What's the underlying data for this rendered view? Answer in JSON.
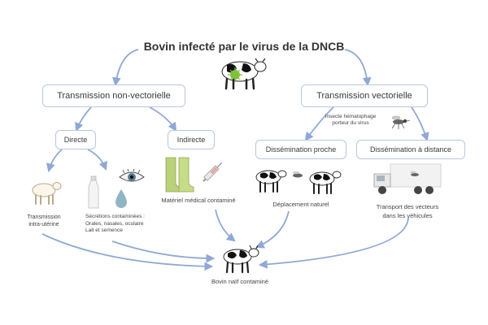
{
  "diagram": {
    "title": "Bovin infecté par le virus de la DNCB",
    "nodes": {
      "non_vector": "Transmission non-vectorielle",
      "vector": "Transmission vectorielle",
      "direct": "Directe",
      "indirect": "Indirecte",
      "near": "Dissémination proche",
      "far": "Dissémination à distance"
    },
    "labels": {
      "insect": [
        "Insecte hématophage",
        "porteur du virus"
      ],
      "intrauterine": [
        "Transmission",
        "intra-utérine"
      ],
      "secretions": [
        "Sécrétions contaminées :",
        "Orales, nasales, oculaire",
        "Lait et semence"
      ],
      "material": "Matériel médical contaminé",
      "natural": "Déplacement naturel",
      "transport": [
        "Transport des vecteurs",
        "dans les véhicules"
      ],
      "naive": "Bovin naïf contaminé"
    },
    "colors": {
      "arrow": "#8fa8d6",
      "box_border": "#b7c6e0",
      "virus": "#7fc23a",
      "boot": "#b9d27a"
    }
  }
}
